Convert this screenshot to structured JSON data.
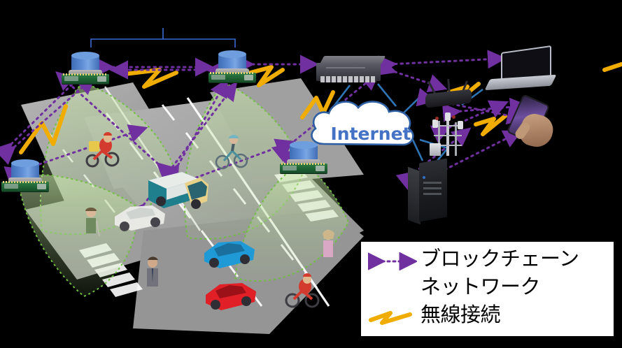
{
  "figure": {
    "title": "Blockchain-based roadside LiDAR sensor network diagram",
    "background_color": "#000000"
  },
  "legend": {
    "box_color": "#ffffff",
    "border_color": "#000000",
    "items": [
      {
        "symbol": "double-headed-dotted-arrow",
        "symbol_color": "#7030a0",
        "label_lines": [
          "ブロックチェーン",
          "ネットワーク"
        ]
      },
      {
        "symbol": "zigzag-line",
        "symbol_color": "#f0ad00",
        "label_lines": [
          "無線接続"
        ]
      }
    ]
  },
  "cloud": {
    "label": "Internet",
    "fill": "#ffffff",
    "outline": "#2e5fa3",
    "text_color": "#4472c4"
  },
  "colors": {
    "blockchain_arrow": "#7030a0",
    "wireless_zigzag": "#f0ad00",
    "wired_link": "#2e75b6",
    "sensor_fov_outline": "#70c040",
    "bracket": "#3b6bd6",
    "road_asphalt": "#9a9a9a",
    "lane_marking": "#ffffff"
  },
  "nodes": [
    {
      "id": "lidar-1",
      "type": "lidar-sensor-node",
      "label": ""
    },
    {
      "id": "lidar-2",
      "type": "lidar-sensor-node",
      "label": ""
    },
    {
      "id": "lidar-3",
      "type": "lidar-sensor-node",
      "label": ""
    },
    {
      "id": "lidar-4",
      "type": "lidar-sensor-node",
      "label": ""
    },
    {
      "id": "switch",
      "type": "network-switch",
      "label": ""
    },
    {
      "id": "laptop",
      "type": "laptop",
      "label": ""
    },
    {
      "id": "router",
      "type": "wifi-router",
      "label": ""
    },
    {
      "id": "tower",
      "type": "cell-tower",
      "label": ""
    },
    {
      "id": "server",
      "type": "tower-server",
      "label": ""
    },
    {
      "id": "phone",
      "type": "smartphone",
      "label": ""
    },
    {
      "id": "cloud",
      "type": "internet-cloud",
      "label": "Internet"
    }
  ],
  "scene": {
    "road_actors": [
      {
        "id": "delivery-motorcycle",
        "color": "#d43b2f"
      },
      {
        "id": "box-truck",
        "color": "#1f7f8c"
      },
      {
        "id": "white-car",
        "color": "#e8e8e4"
      },
      {
        "id": "blue-car",
        "color": "#1f9ad6"
      },
      {
        "id": "red-car",
        "color": "#e01f26"
      },
      {
        "id": "cyclist",
        "color": "#5a7f8c"
      },
      {
        "id": "pedestrian-elder",
        "color": "#6f8a5e"
      },
      {
        "id": "pedestrian-suit",
        "color": "#6d6d75"
      },
      {
        "id": "pedestrian-pink",
        "color": "#d8a8c4"
      }
    ]
  },
  "bracket": {
    "visible": true,
    "color": "#3b6bd6",
    "label": ""
  }
}
